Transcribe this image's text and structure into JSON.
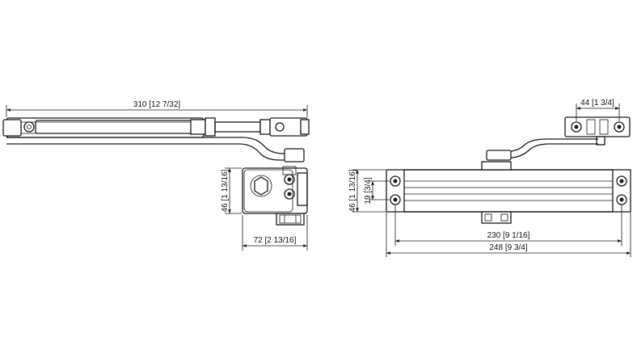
{
  "dimensions": {
    "arm_length": "310 [12 7/32]",
    "side_height": "46 [1 13/16]",
    "side_width": "72 [2 13/16]",
    "front_height": "46 [1 13/16]",
    "hole_spacing": "19 [3/4]",
    "bracket_hole_spacing": "44 [1 3/4]",
    "body_length": "230 [9 1/16]",
    "overall_length": "248 [9 3/4]"
  }
}
